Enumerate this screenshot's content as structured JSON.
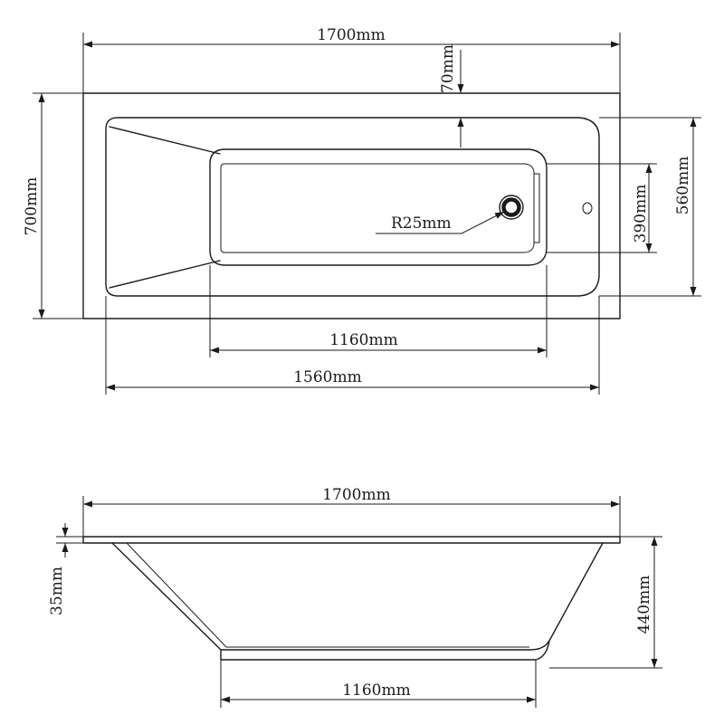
{
  "top_view": {
    "overall_length": "1700mm",
    "overall_width": "700mm",
    "rim_width": "70mm",
    "inner_width": "560mm",
    "bottom_width": "390mm",
    "drain_radius": "R25mm",
    "bottom_length": "1160mm",
    "inner_length": "1560mm"
  },
  "side_view": {
    "overall_length": "1700mm",
    "rim_thickness": "35mm",
    "depth": "440mm",
    "bottom_length": "1160mm"
  },
  "colors": {
    "line": "#1a1a1a",
    "background": "#ffffff"
  }
}
